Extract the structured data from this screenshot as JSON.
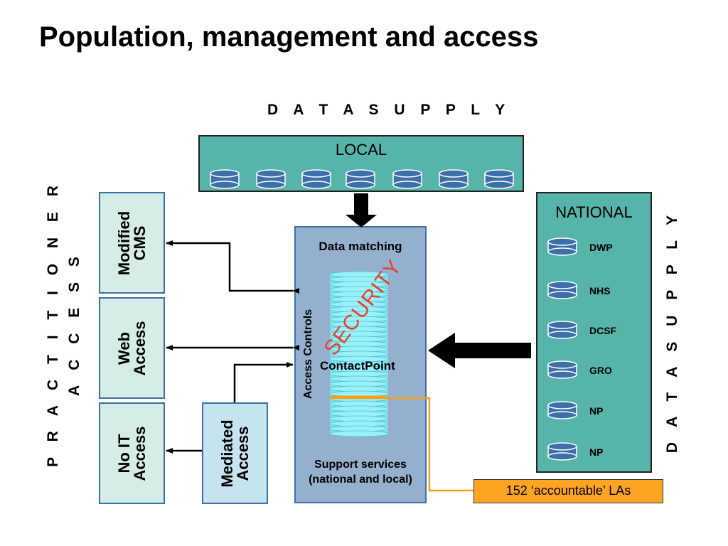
{
  "title": "Population, management and access",
  "data_supply_top": "D A T A   S U P P L Y",
  "data_supply_right": "D A T A   S U P P L Y",
  "practitioner_line1": "P R A C T I T I O N E R",
  "practitioner_line2": "A C C E S S",
  "local": {
    "label": "LOCAL"
  },
  "national": {
    "label": "NATIONAL",
    "items": [
      "DWP",
      "NHS",
      "DCSF",
      "GRO",
      "NP",
      "NP"
    ]
  },
  "access_boxes": {
    "modified_cms": "Modified\nCMS",
    "web_access": "Web\nAccess",
    "no_it_access": "No IT\nAccess",
    "mediated_access": "Mediated\nAccess"
  },
  "center": {
    "data_matching": "Data matching",
    "access_controls": "Access Controls",
    "security": "SECURITY",
    "contactpoint": "ContactPoint",
    "support_services_line1": "Support services",
    "support_services_line2": "(national and local)"
  },
  "accountable": "152 ‘accountable’ LAs",
  "colors": {
    "teal": "#56b4a8",
    "db_blue": "#3d6fa8",
    "security_red": "#e8432a",
    "orange": "#f5a01a",
    "orange_box": "#ffa422"
  }
}
